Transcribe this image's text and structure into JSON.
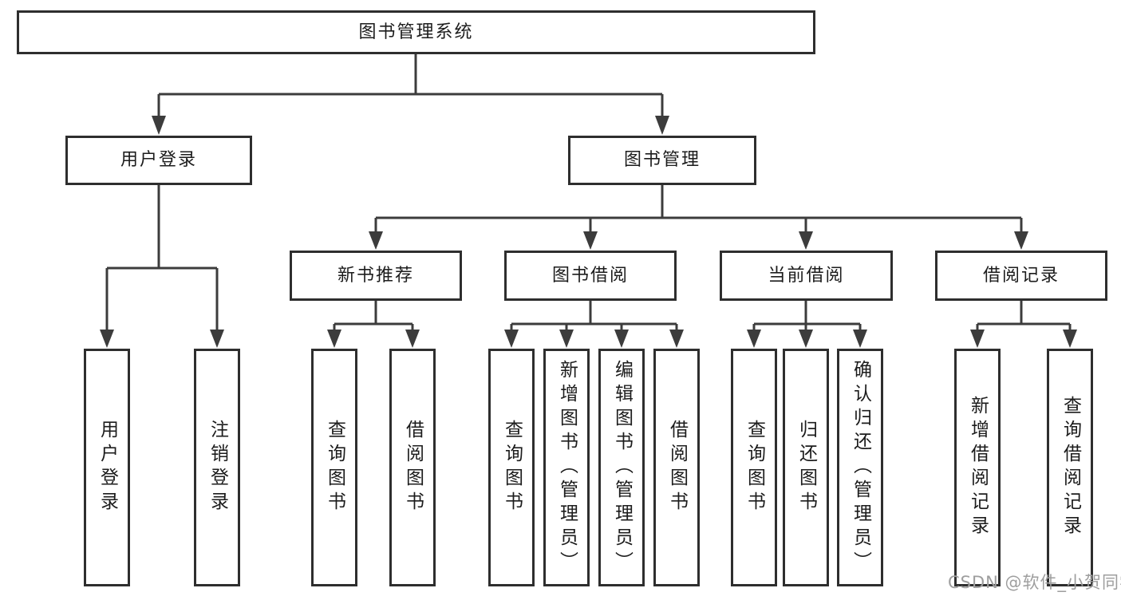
{
  "colors": {
    "background": "#ffffff",
    "line": "#3c3c3c",
    "box_border": "#2e2e2e",
    "text": "#1c1c1c",
    "watermark": "#9e9e9e"
  },
  "watermark": "CSDN @软件_小贺同学",
  "tree": {
    "label": "图书管理系统",
    "children": [
      {
        "label": "用户登录",
        "children": [
          {
            "label": "用户登录"
          },
          {
            "label": "注销登录"
          }
        ]
      },
      {
        "label": "图书管理",
        "children": [
          {
            "label": "新书推荐",
            "children": [
              {
                "label": "查询图书"
              },
              {
                "label": "借阅图书"
              }
            ]
          },
          {
            "label": "图书借阅",
            "children": [
              {
                "label": "查询图书"
              },
              {
                "label": "新增图书（管理员）"
              },
              {
                "label": "编辑图书（管理员）"
              },
              {
                "label": "借阅图书"
              }
            ]
          },
          {
            "label": "当前借阅",
            "children": [
              {
                "label": "查询图书"
              },
              {
                "label": "归还图书"
              },
              {
                "label": "确认归还（管理员）"
              }
            ]
          },
          {
            "label": "借阅记录",
            "children": [
              {
                "label": "新增借阅记录"
              },
              {
                "label": "查询借阅记录"
              }
            ]
          }
        ]
      }
    ]
  }
}
